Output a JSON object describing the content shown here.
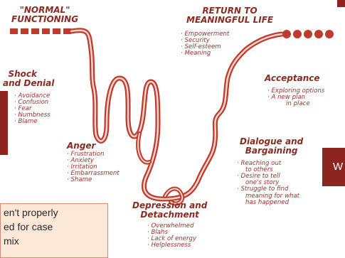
{
  "header_normal": {
    "line1": "\"NORMAL\"",
    "line2": "FUNCTIONING"
  },
  "header_return": {
    "line1": "RETURN TO",
    "line2": "MEANINGFUL LIFE"
  },
  "return_items": [
    "Empowerment",
    "Security",
    "Self-esteem",
    "Meaning"
  ],
  "shock": {
    "title1": "Shock",
    "title2": "and Denial",
    "items": [
      "Avoidance",
      "Confusion",
      "Fear",
      "Numbness",
      "Blame"
    ]
  },
  "acceptance": {
    "title": "Acceptance",
    "items": [
      "Exploring options",
      "A new plan"
    ],
    "item_cont": "in place"
  },
  "anger": {
    "title": "Anger",
    "items": [
      "Frustration",
      "Anxiety",
      "Irritation",
      "Embarrassment",
      "Shame"
    ]
  },
  "dialogue": {
    "title1": "Dialogue and",
    "title2": "Bargaining",
    "items": [
      "Reaching out",
      "Desire to tell",
      "Struggle to find"
    ],
    "cont1": "to others",
    "cont2": "one's story",
    "cont3": "meaning for what",
    "cont4": "has happened"
  },
  "depression": {
    "title1": "Depression and",
    "title2": "Detachment",
    "items": [
      "Overwhelmed",
      "Blahs",
      "Lack of energy",
      "Helplessness"
    ]
  },
  "overlay_note": {
    "line1": "en't properly",
    "line2": "ed for case",
    "line3": "mix"
  },
  "overlay_letter": "W",
  "colors": {
    "ribbon": "#c0392b",
    "text": "#9a3328",
    "title": "#8a2b20",
    "block": "#8d2420",
    "note_bg": "#fce8d8"
  }
}
